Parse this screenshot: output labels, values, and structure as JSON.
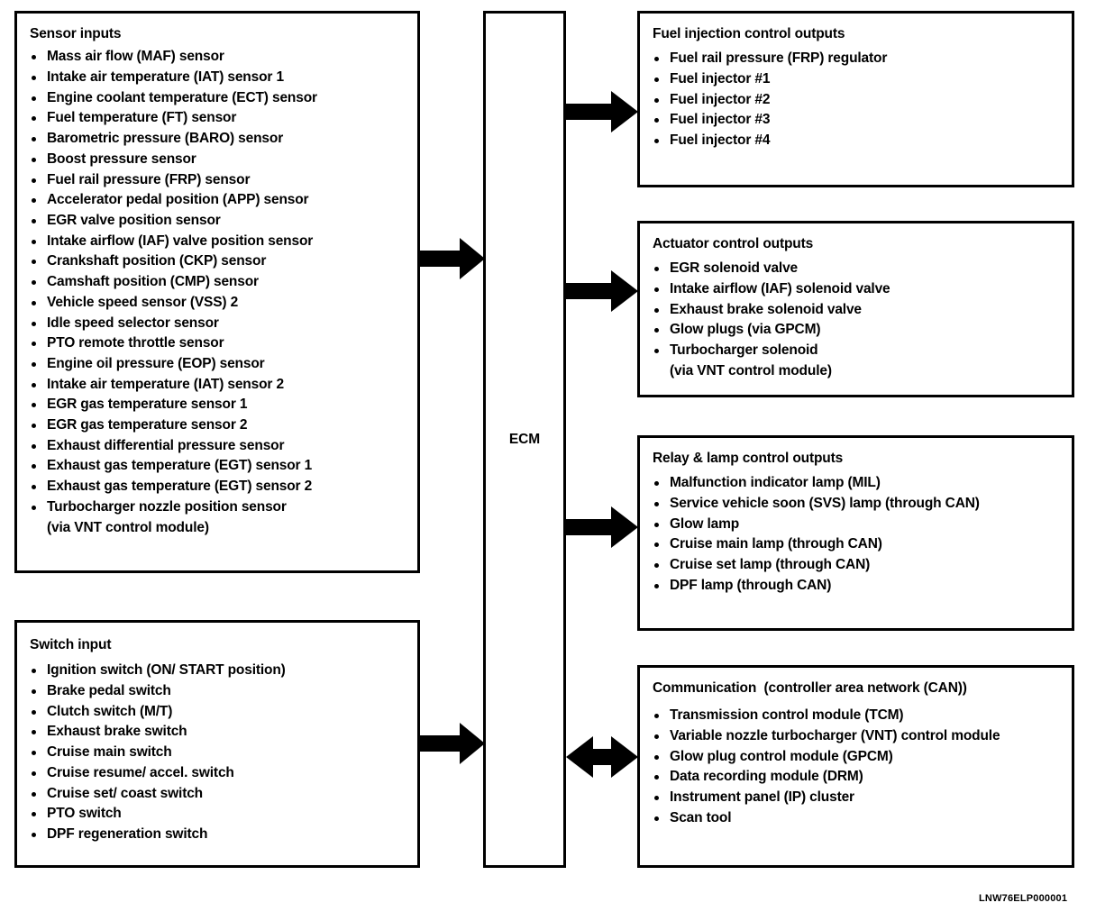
{
  "diagram": {
    "caption": "LNW76ELP000001",
    "center": {
      "label": "ECM"
    },
    "left_boxes": [
      {
        "id": "sensor-inputs",
        "title": "Sensor inputs",
        "items": [
          "Mass air flow (MAF) sensor",
          "Intake air temperature (IAT) sensor 1",
          "Engine coolant temperature (ECT) sensor",
          "Fuel temperature (FT) sensor",
          "Barometric pressure (BARO) sensor",
          "Boost pressure sensor",
          "Fuel rail pressure (FRP) sensor",
          "Accelerator pedal position (APP) sensor",
          "EGR valve position sensor",
          "Intake airflow (IAF) valve position sensor",
          "Crankshaft position (CKP) sensor",
          "Camshaft position (CMP) sensor",
          "Vehicle speed sensor (VSS) 2",
          "Idle speed selector sensor",
          "PTO remote throttle sensor",
          "Engine oil pressure (EOP) sensor",
          "Intake air temperature (IAT) sensor 2",
          "EGR gas temperature sensor 1",
          "EGR gas temperature sensor 2",
          "Exhaust differential pressure sensor",
          "Exhaust gas temperature (EGT) sensor 1",
          "Exhaust gas temperature (EGT) sensor 2",
          "Turbocharger nozzle position sensor\n(via VNT control module)"
        ]
      },
      {
        "id": "switch-input",
        "title": "Switch input",
        "items": [
          "Ignition switch (ON/ START position)",
          "Brake pedal switch",
          "Clutch switch (M/T)",
          "Exhaust brake switch",
          "Cruise main switch",
          "Cruise resume/ accel. switch",
          "Cruise set/ coast switch",
          "PTO switch",
          "DPF regeneration switch"
        ]
      }
    ],
    "right_boxes": [
      {
        "id": "fuel-injection",
        "title": "Fuel injection control outputs",
        "items": [
          "Fuel rail pressure (FRP) regulator",
          "Fuel injector #1",
          "Fuel injector #2",
          "Fuel injector #3",
          "Fuel injector #4"
        ]
      },
      {
        "id": "actuator",
        "title": "Actuator control outputs",
        "items": [
          "EGR solenoid valve",
          "Intake airflow (IAF) solenoid valve",
          "Exhaust brake solenoid valve",
          "Glow plugs (via GPCM)",
          "Turbocharger solenoid\n(via VNT control module)"
        ]
      },
      {
        "id": "relay-lamp",
        "title": "Relay & lamp control outputs",
        "items": [
          "Malfunction indicator lamp (MIL)",
          "Service vehicle soon (SVS) lamp (through CAN)",
          "Glow lamp",
          "Cruise main lamp (through CAN)",
          "Cruise set lamp (through CAN)",
          "DPF lamp (through CAN)"
        ]
      },
      {
        "id": "communication",
        "title": "Communication  (controller area network (CAN))",
        "items": [
          "Transmission control module (TCM)",
          "Variable nozzle turbocharger (VNT) control module",
          "Glow plug control module (GPCM)",
          "Data recording module (DRM)",
          "Instrument panel (IP) cluster",
          "Scan tool"
        ]
      }
    ],
    "arrows": [
      {
        "id": "sensor-inputs-to-ecm",
        "direction": "right"
      },
      {
        "id": "switch-input-to-ecm",
        "direction": "right"
      },
      {
        "id": "ecm-to-fuel-injection",
        "direction": "right"
      },
      {
        "id": "ecm-to-actuator",
        "direction": "right"
      },
      {
        "id": "ecm-to-relay-lamp",
        "direction": "right"
      },
      {
        "id": "ecm-to-communication",
        "direction": "bidirectional"
      }
    ]
  }
}
